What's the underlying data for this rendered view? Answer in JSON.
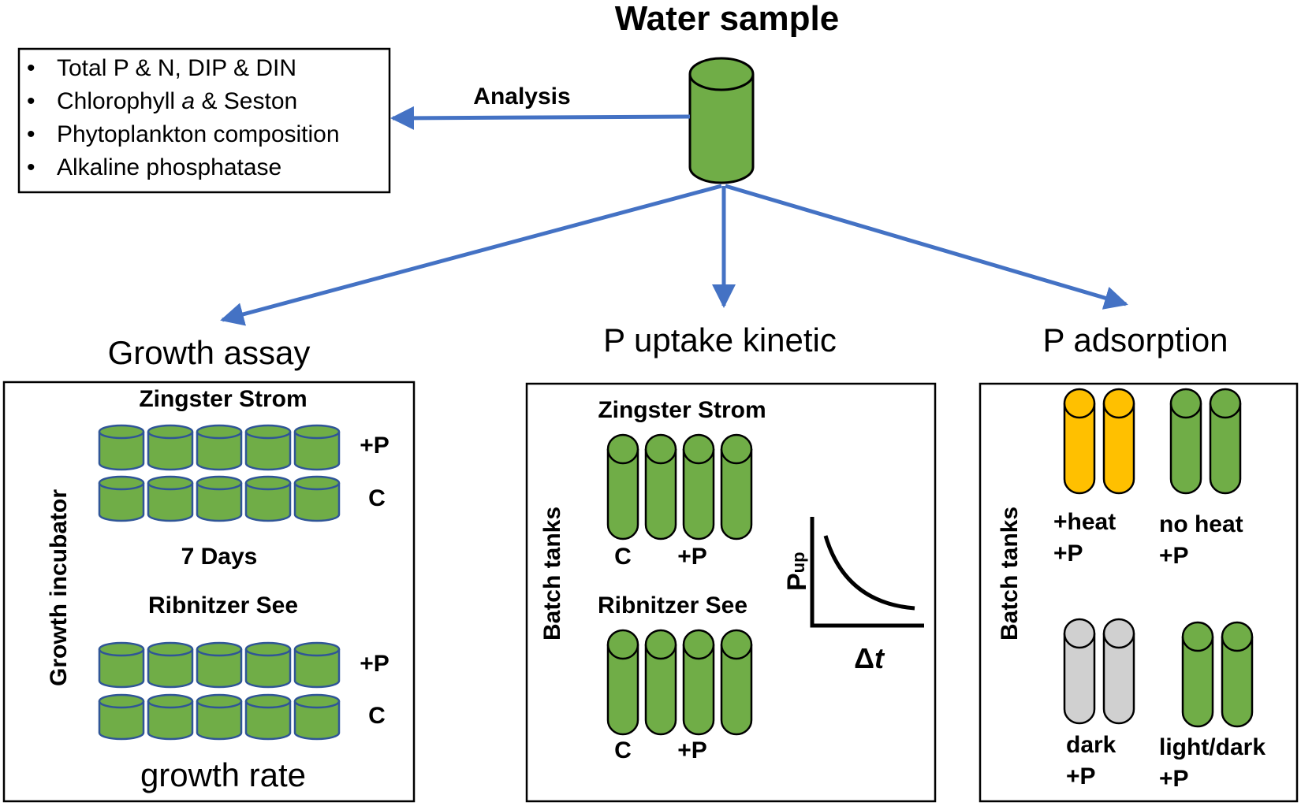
{
  "title": "Water sample",
  "analysis": {
    "arrow_label": "Analysis",
    "items": [
      {
        "text": "Total P & N, DIP & DIN"
      },
      {
        "before": "Chlorophyll ",
        "italic": "a",
        "after": " & Seston"
      },
      {
        "text": "Phytoplankton composition"
      },
      {
        "text": "Alkaline phosphatase"
      }
    ]
  },
  "growth": {
    "heading": "Growth assay",
    "side_label": "Growth incubator",
    "site1": "Zingster Strom",
    "site2": "Ribnitzer See",
    "row_plus": "+P",
    "row_control": "C",
    "duration": "7 Days",
    "footer": "growth rate"
  },
  "uptake": {
    "heading": "P uptake kinetic",
    "side_label": "Batch tanks",
    "site1": "Zingster Strom",
    "site2": "Ribnitzer See",
    "label_control": "C",
    "label_plus": "+P",
    "graph_ylabel_main": "P",
    "graph_ylabel_sub": "up",
    "graph_xlabel_delta": "Δ",
    "graph_xlabel_var": "t"
  },
  "adsorption": {
    "heading": "P adsorption",
    "side_label": "Batch tanks",
    "groups": [
      {
        "label": "+heat",
        "sub": "+P",
        "color": "#FFC000"
      },
      {
        "label": "no heat",
        "sub": "+P",
        "color": "#70AD47"
      },
      {
        "label": "dark",
        "sub": "+P",
        "color": "#D0D0D0"
      },
      {
        "label": "light/dark",
        "sub": "+P",
        "color": "#70AD47"
      }
    ]
  },
  "colors": {
    "arrow": "#4472C4",
    "cylinder_green": "#70AD47",
    "growth_outline": "#2F5597",
    "stroke": "#000000"
  }
}
